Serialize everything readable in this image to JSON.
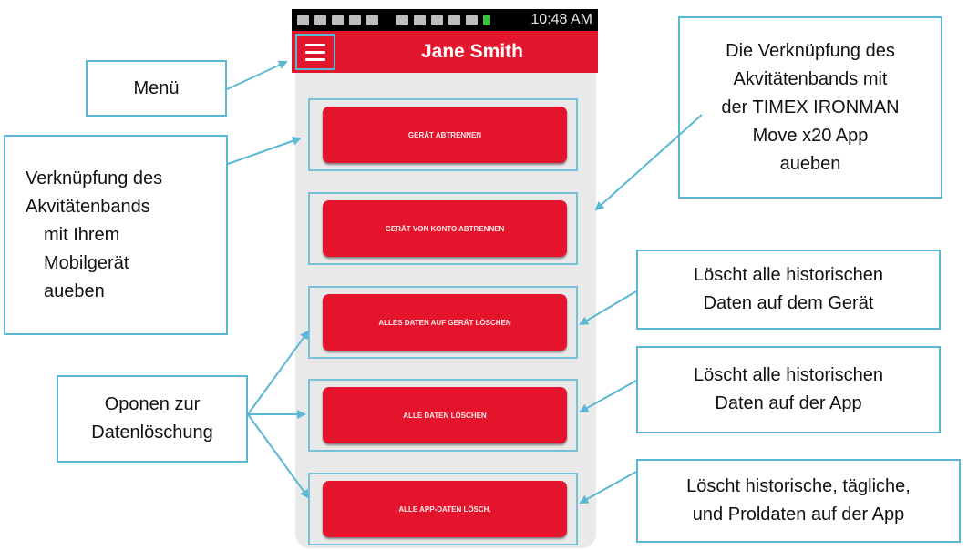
{
  "status_bar": {
    "time": "10:48 AM"
  },
  "app_bar": {
    "title": "Jane Smith",
    "menu_icon": "hamburger-menu-icon"
  },
  "buttons": [
    {
      "label": "GERÄT ABTRENNEN"
    },
    {
      "label": "GERÄT VON KONTO ABTRENNEN"
    },
    {
      "label": "ALLES DATEN AUF GERÄT LÖSCHEN"
    },
    {
      "label": "ALLE DATEN LÖSCHEN"
    },
    {
      "label": "ALLE APP-DATEN LÖSCH."
    }
  ],
  "callouts": {
    "menu": [
      "Menü"
    ],
    "link_device": [
      "Verknüpfung des",
      "Akvitätenbands",
      "mit Ihrem",
      "Mobilgerät",
      "aueben"
    ],
    "data_deletion": [
      "Oponen zur",
      "Datenlöschung"
    ],
    "link_app": [
      "Die Verknüpfung des",
      "Akvitätenbands mit",
      "der TIMEX IRONMAN",
      "Move x20 App",
      "aueben"
    ],
    "delete_device": [
      "Löscht alle historischen",
      "Daten auf dem Gerät"
    ],
    "delete_app": [
      "Löscht alle historischen",
      "Daten auf der App"
    ],
    "delete_all": [
      "Löscht historische, tägliche,",
      "und Proldaten auf der App"
    ]
  },
  "colors": {
    "accent": "#e2172d",
    "callout_border": "#5bb7d3"
  }
}
